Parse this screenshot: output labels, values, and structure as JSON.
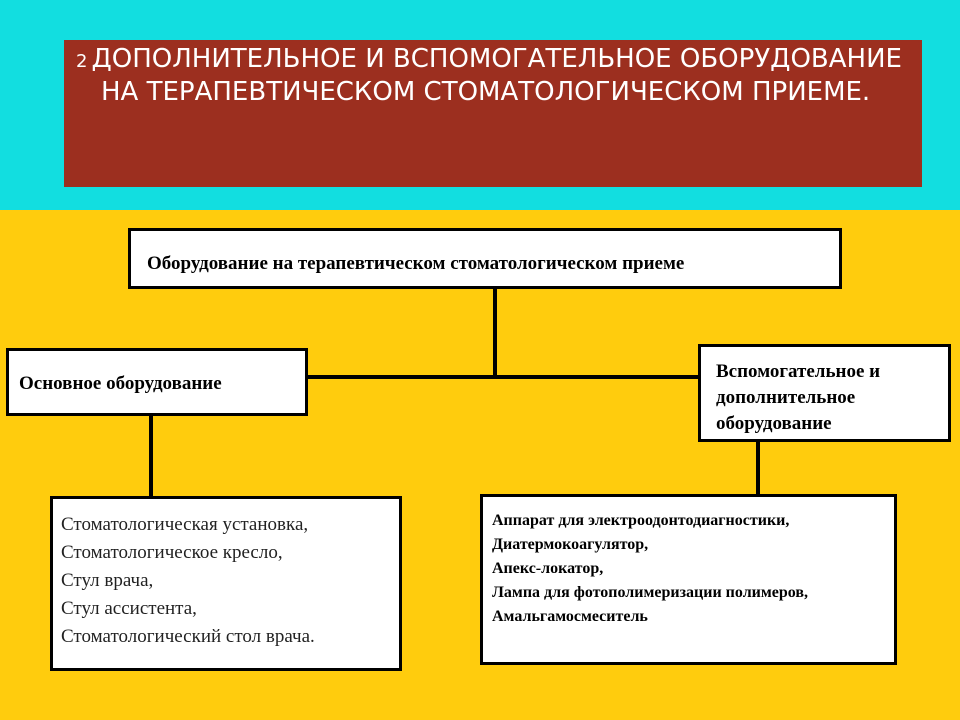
{
  "header": {
    "number": "2",
    "title": "ДОПОЛНИТЕЛЬНОЕ И ВСПОМОГАТЕЛЬНОЕ ОБОРУДОВАНИЕ НА ТЕРАПЕВТИЧЕСКОМ СТОМАТОЛОГИЧЕСКОМ ПРИЕМЕ."
  },
  "diagram": {
    "root": "Оборудование на терапевтическом стоматологическом приеме",
    "main": {
      "label": "Основное оборудование",
      "items": [
        "Стоматологическая установка,",
        "Стоматологическое кресло,",
        "Стул врача,",
        "Стул ассистента,",
        "Стоматологический стол врача."
      ]
    },
    "aux": {
      "label": "Вспомогательное и дополнительное оборудование",
      "items": [
        "Аппарат для электроодонтодиагностики,",
        "Диатермокоагулятор,",
        "Апекс-локатор,",
        "Лампа для фотополимеризации полимеров,",
        "Амальгамосмеситель"
      ]
    }
  },
  "colors": {
    "background": "#FFCC0D",
    "top_band": "#12DEE0",
    "title_panel": "#9C2F1F"
  }
}
